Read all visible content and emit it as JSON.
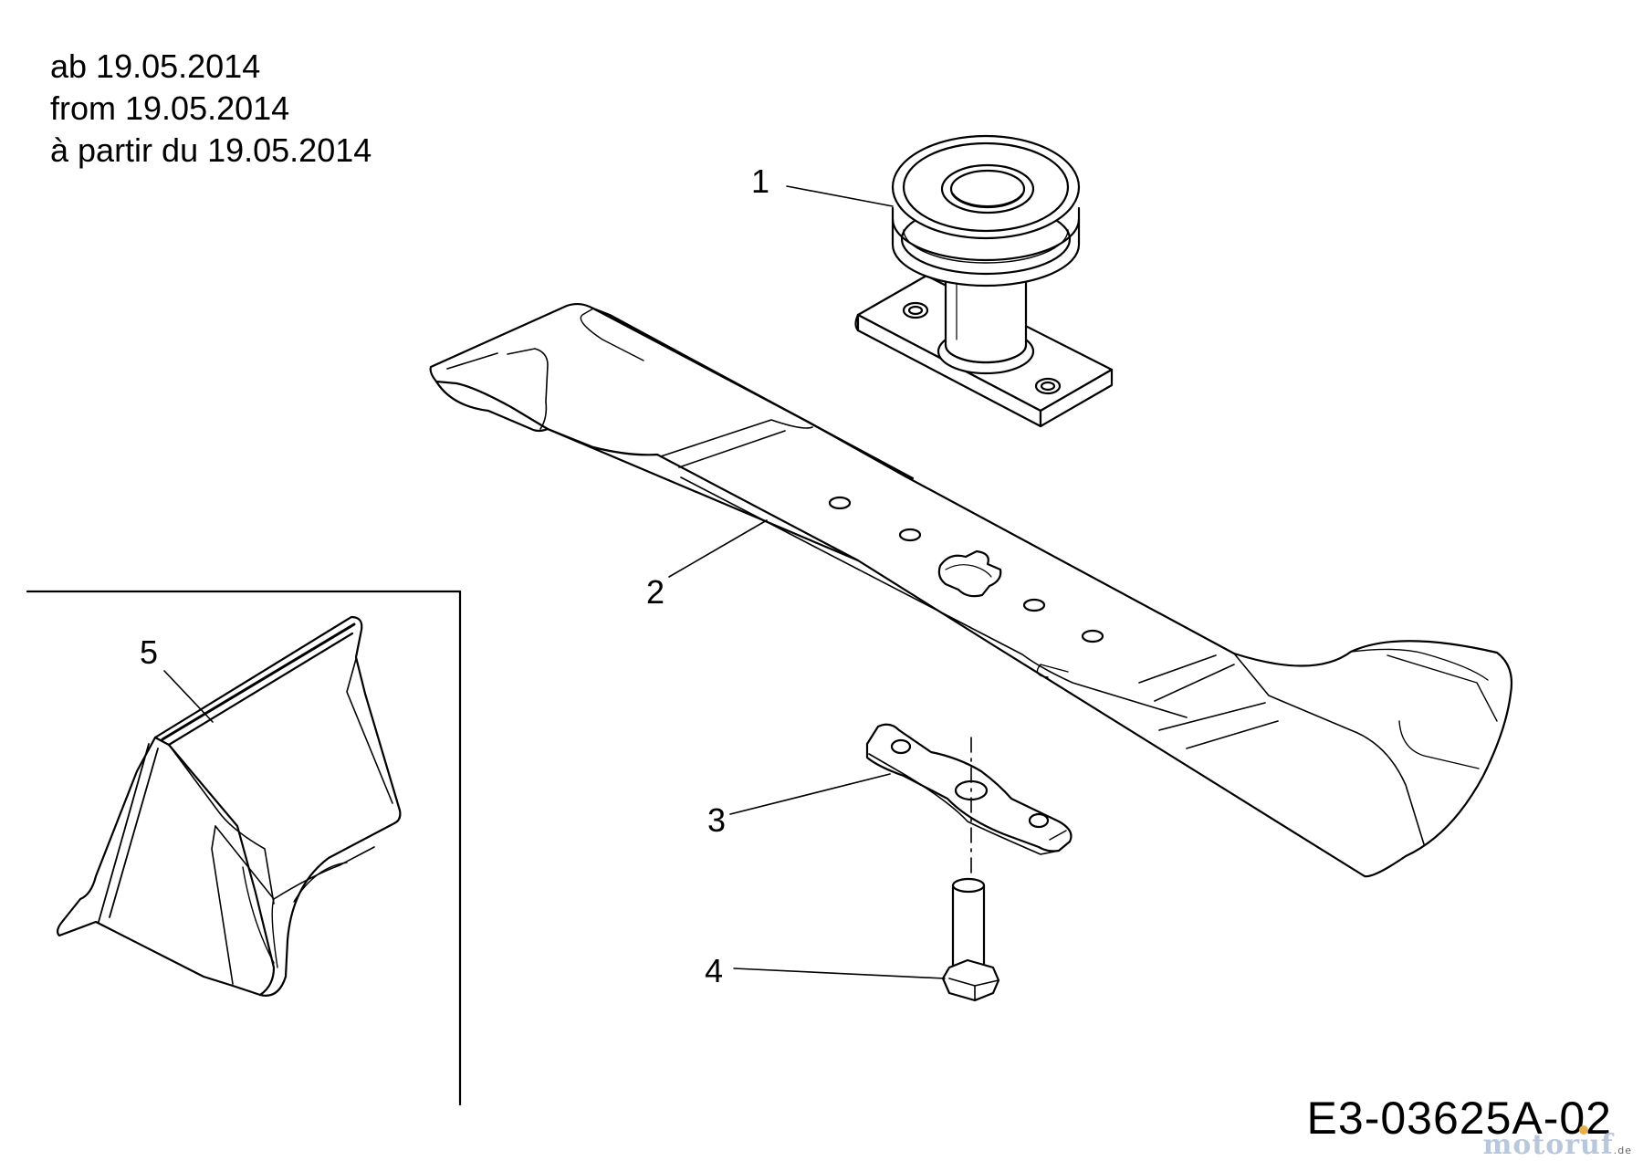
{
  "validity": {
    "de": "ab 19.05.2014",
    "en": "from 19.05.2014",
    "fr": "à partir du 19.05.2014"
  },
  "parts": [
    {
      "number": "1",
      "icon": "spindle-pulley-icon"
    },
    {
      "number": "2",
      "icon": "mower-blade-icon"
    },
    {
      "number": "3",
      "icon": "blade-adapter-icon"
    },
    {
      "number": "4",
      "icon": "blade-bolt-icon"
    },
    {
      "number": "5",
      "icon": "mulch-plug-icon"
    }
  ],
  "drawing_number": "E3-03625A-02",
  "watermark": {
    "name": "motoruf",
    "suffix": ".de"
  }
}
